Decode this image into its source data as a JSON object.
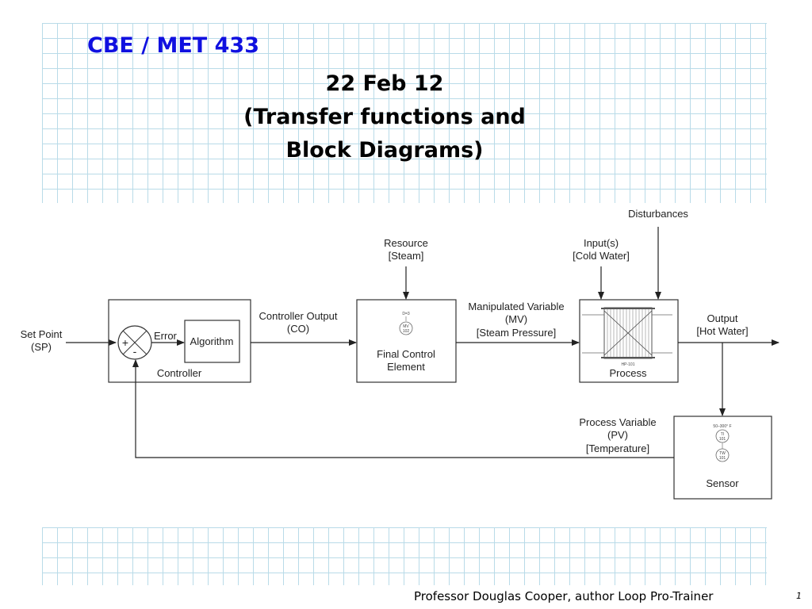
{
  "slide": {
    "course": "CBE / MET 433",
    "title_lines": [
      "22 Feb 12",
      "(Transfer functions and",
      "Block Diagrams)"
    ],
    "footer": "Professor Douglas Cooper, author Loop Pro-Trainer",
    "page_number": "1"
  },
  "diagram": {
    "set_point": [
      "Set Point",
      "(SP)"
    ],
    "sum_plus": "+",
    "sum_minus": "-",
    "error": "Error",
    "algorithm": "Algorithm",
    "controller": "Controller",
    "controller_output": [
      "Controller Output",
      "(CO)"
    ],
    "resource": [
      "Resource",
      "[Steam]"
    ],
    "final_control": [
      "Final Control",
      "Element"
    ],
    "valve_small": [
      "D=3",
      "MV",
      "102"
    ],
    "manipulated_variable": [
      "Manipulated Variable",
      "(MV)",
      "[Steam Pressure]"
    ],
    "inputs": [
      "Input(s)",
      "[Cold Water]"
    ],
    "disturbances": "Disturbances",
    "process": "Process",
    "hx_tag": "HP-101",
    "output": [
      "Output",
      "[Hot Water]"
    ],
    "process_variable": [
      "Process Variable",
      "(PV)",
      "[Temperature]"
    ],
    "sensor": "Sensor",
    "sensor_small": [
      "50–300° F",
      "TI",
      "101",
      "TW",
      "101"
    ]
  }
}
